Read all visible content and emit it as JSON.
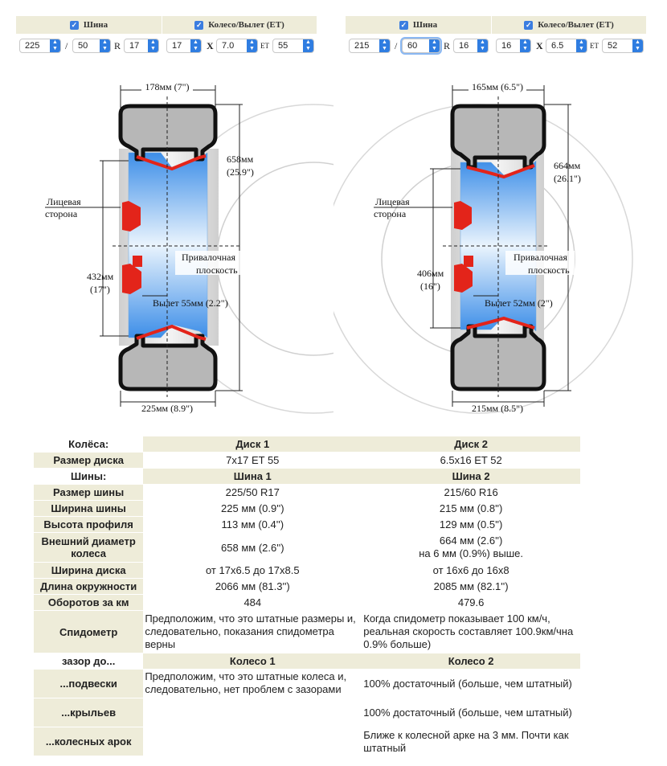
{
  "left_controls": {
    "tire_header": "Шина",
    "wheel_header": "Колесо/Вылет (ET)",
    "tire_width": "225",
    "slash": "/",
    "tire_profile": "50",
    "r_label": "R",
    "tire_rim": "17",
    "wheel_diameter": "17",
    "x_label": "X",
    "wheel_width": "7.0",
    "et_label": "ET",
    "wheel_offset": "55"
  },
  "right_controls": {
    "tire_header": "Шина",
    "wheel_header": "Колесо/Вылет (ET)",
    "tire_width": "215",
    "slash": "/",
    "tire_profile": "60",
    "r_label": "R",
    "tire_rim": "16",
    "wheel_diameter": "16",
    "x_label": "X",
    "wheel_width": "6.5",
    "et_label": "ET",
    "wheel_offset": "52"
  },
  "diagram_left": {
    "top_width": "178мм (7\")",
    "outer_mm": "658мм",
    "outer_in": "(25.9\")",
    "face_line1": "Лицевая",
    "face_line2": "сторона",
    "rim_mm": "432мм",
    "rim_in": "(17\")",
    "mount_line1": "Привалочная",
    "mount_line2": "плоскость",
    "offset": "Вылет 55мм (2.2\")",
    "bottom_width": "225мм (8.9\")"
  },
  "diagram_right": {
    "top_width": "165мм (6.5\")",
    "outer_mm": "664мм",
    "outer_in": "(26.1\")",
    "face_line1": "Лицевая",
    "face_line2": "сторона",
    "rim_mm": "406мм",
    "rim_in": "(16\")",
    "mount_line1": "Привалочная",
    "mount_line2": "плоскость",
    "offset": "Вылет 52мм (2\")",
    "bottom_width": "215мм (8.5\")"
  },
  "table": {
    "wheels_title": "Колёса:",
    "disk1": "Диск 1",
    "disk2": "Диск 2",
    "disk_size_label": "Размер диска",
    "disk_size_1": "7x17 ET 55",
    "disk_size_2": "6.5x16 ET 52",
    "tires_title": "Шины:",
    "tire1": "Шина 1",
    "tire2": "Шина 2",
    "tire_size_label": "Размер шины",
    "tire_size_1": "225/50 R17",
    "tire_size_2": "215/60 R16",
    "tire_width_label": "Ширина шины",
    "tire_width_1": "225 мм (0.9'')",
    "tire_width_2": "215 мм (0.8'')",
    "profile_label": "Высота профиля",
    "profile_1": "113 мм (0.4'')",
    "profile_2": "129 мм (0.5'')",
    "outer_label": "Внешний диаметр колеса",
    "outer_1": "658 мм (2.6'')",
    "outer_2a": "664 мм (2.6'')",
    "outer_2b": "на 6 мм (0.9%) выше.",
    "rimw_label": "Ширина диска",
    "rimw_1": "от 17x6.5 до 17x8.5",
    "rimw_2": "от 16x6 до 16x8",
    "circ_label": "Длина окружности",
    "circ_1": "2066 мм (81.3'')",
    "circ_2": "2085 мм (82.1'')",
    "rev_label": "Оборотов за км",
    "rev_1": "484",
    "rev_2": "479.6",
    "speedo_label": "Спидометр",
    "speedo_1": "Предположим, что это штатные размеры и, следовательно, показания спидометра верны",
    "speedo_2": "Когда спидометр показывает 100 км/ч, реальная скорость составляет 100.9км/чна 0.9% больше)",
    "clearance_title": "зазор до...",
    "wheel1": "Колесо 1",
    "wheel2": "Колесо 2",
    "susp_label": "...подвески",
    "clear_1": "Предположим, что это штатные колеса и, следовательно, нет проблем с зазорами",
    "susp_2": "100% достаточный (больше, чем штатный)",
    "fender_label": "...крыльев",
    "fender_2": "100% достаточный (больше, чем штатный)",
    "arch_label": "...колесных арок",
    "arch_2": "Ближе к колесной арке на 3 мм. Почти как штатный"
  }
}
